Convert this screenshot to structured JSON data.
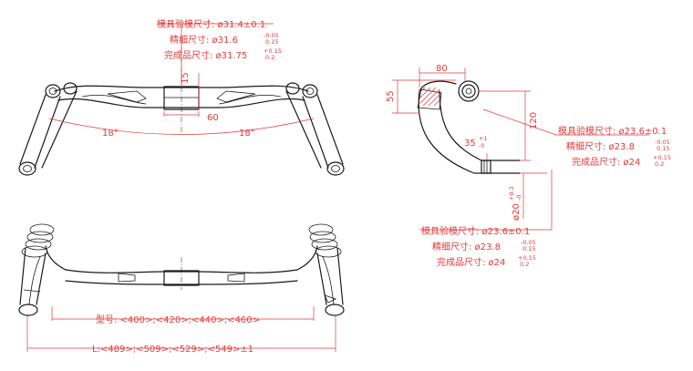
{
  "colors": {
    "line": "#1a1a1a",
    "dimension": "#e23a3a"
  },
  "top_view": {
    "clamp_notes": {
      "mold": "模具验模尺寸: ø31.4±0.1",
      "fine": "精细尺寸: ø31.6",
      "fine_tol_upper": "-0.05",
      "fine_tol_lower": "0.15",
      "finished": "完成品尺寸: ø31.75",
      "finished_tol_upper": "+0.15",
      "finished_tol_lower": "0.2"
    },
    "clamp_height": "15",
    "clamp_width": "60",
    "sweep_left": "18°",
    "sweep_right": "18°"
  },
  "side_view": {
    "reach": "80",
    "rise": "55",
    "drop": "120",
    "angle": "35",
    "angle_tol_upper": "+1",
    "angle_tol_lower": "-0",
    "end_dia": "ø20",
    "end_tol_upper": "+0.2",
    "end_tol_lower": "-0",
    "upper_notes": {
      "mold": "模具验模尺寸: ø23.6±0.1",
      "fine": "精细尺寸: ø23.8",
      "fine_tol_upper": "-0.05",
      "fine_tol_lower": "0.15",
      "finished": "完成品尺寸: ø24",
      "finished_tol_upper": "+0.15",
      "finished_tol_lower": "0.2"
    },
    "lower_notes": {
      "mold": "模具验模尺寸: ø23.6±0.1",
      "fine": "精细尺寸: ø23.8",
      "fine_tol_upper": "-0.05",
      "fine_tol_lower": "0.15",
      "finished": "完成品尺寸: ø24",
      "finished_tol_upper": "+0.15",
      "finished_tol_lower": "0.2"
    }
  },
  "front_view": {
    "model_sizes": "型号: <400>;<420>;<440>;<460>",
    "length_sizes": "L:<489>;<509>;<529>;<549>±1"
  }
}
